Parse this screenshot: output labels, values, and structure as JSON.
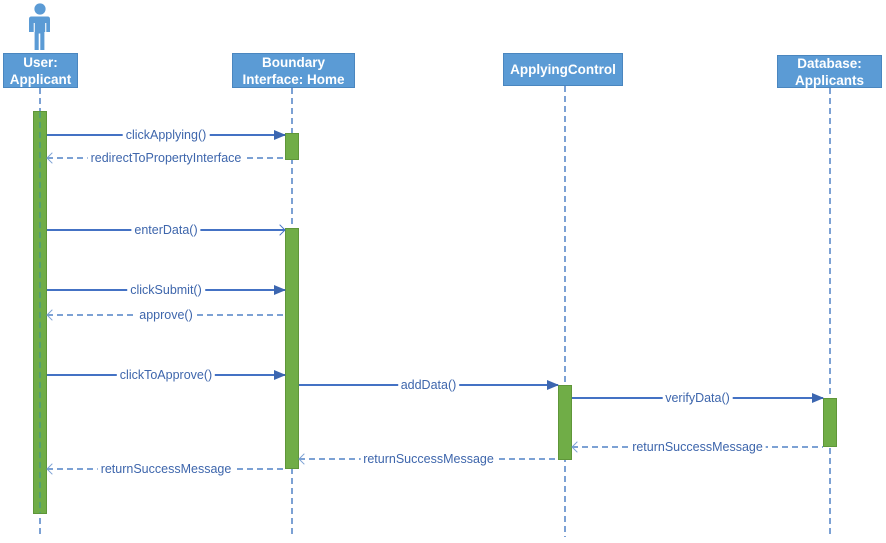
{
  "diagram": {
    "type": "uml-sequence-diagram",
    "colors": {
      "header_fill": "#5B9BD5",
      "header_text": "#FFFFFF",
      "activation_fill": "#70AD47",
      "solid_arrow": "#4472C4",
      "dashed_arrow": "#7CA1D4",
      "message_text": "#3E66AC"
    },
    "lifelines": [
      {
        "name": "User: Applicant",
        "label": "User:\nApplicant",
        "actor": true
      },
      {
        "name": "Boundary Interface: Home",
        "label": "Boundary\nInterface: Home",
        "actor": false
      },
      {
        "name": "ApplyingControl",
        "label": "ApplyingControl",
        "actor": false
      },
      {
        "name": "Database: Applicants",
        "label": "Database:\nApplicants",
        "actor": false
      }
    ],
    "messages": [
      {
        "label": "clickApplying()",
        "from": "User: Applicant",
        "to": "Boundary Interface: Home",
        "style": "solid-call"
      },
      {
        "label": "redirectToPropertyInterface",
        "from": "Boundary Interface: Home",
        "to": "User: Applicant",
        "style": "dashed-return"
      },
      {
        "label": "enterData()",
        "from": "User: Applicant",
        "to": "Boundary Interface: Home",
        "style": "solid-call"
      },
      {
        "label": "clickSubmit()",
        "from": "User: Applicant",
        "to": "Boundary Interface: Home",
        "style": "solid-call"
      },
      {
        "label": "approve()",
        "from": "Boundary Interface: Home",
        "to": "User: Applicant",
        "style": "dashed-return"
      },
      {
        "label": "clickToApprove()",
        "from": "User: Applicant",
        "to": "Boundary Interface: Home",
        "style": "solid-call"
      },
      {
        "label": "addData()",
        "from": "Boundary Interface: Home",
        "to": "ApplyingControl",
        "style": "solid-call"
      },
      {
        "label": "verifyData()",
        "from": "ApplyingControl",
        "to": "Database: Applicants",
        "style": "solid-call"
      },
      {
        "label": "returnSuccessMessage",
        "from": "Database: Applicants",
        "to": "ApplyingControl",
        "style": "dashed-return"
      },
      {
        "label": "returnSuccessMessage",
        "from": "ApplyingControl",
        "to": "Boundary Interface: Home",
        "style": "dashed-return"
      },
      {
        "label": "returnSuccessMessage",
        "from": "Boundary Interface: Home",
        "to": "User: Applicant",
        "style": "dashed-return"
      }
    ]
  }
}
